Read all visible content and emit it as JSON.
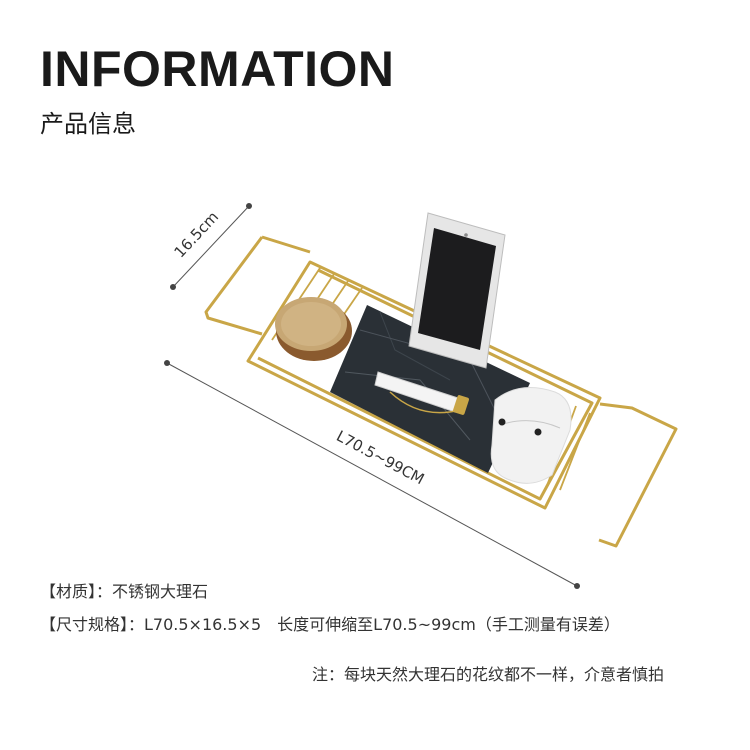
{
  "header": {
    "title": "INFORMATION",
    "subtitle": "产品信息"
  },
  "dimensions": {
    "width_label": "16.5cm",
    "length_label": "L70.5~99CM"
  },
  "specs": {
    "material": "【材质】：不锈钢大理石",
    "size": "【尺寸规格】：L70.5×16.5×5　长度可伸缩至L70.5~99cm（手工测量有误差）"
  },
  "note": "注：每块天然大理石的花纹都不一样，介意者慎拍",
  "colors": {
    "gold": "#c9a647",
    "marble": "#2a3036",
    "tablet": "#1c1c1e"
  }
}
